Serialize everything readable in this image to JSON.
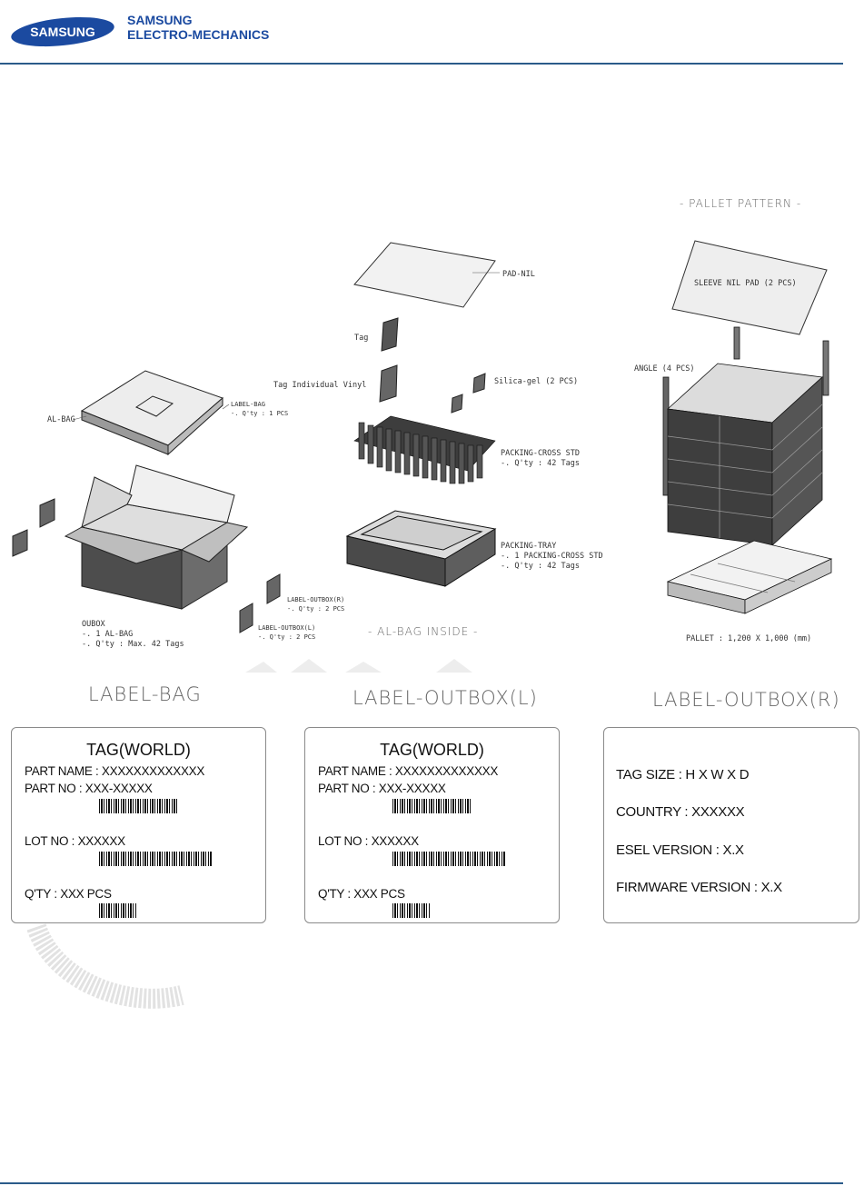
{
  "header": {
    "logo_text": "SAMSUNG",
    "company_line1": "SAMSUNG",
    "company_line2": "ELECTRO-MECHANICS"
  },
  "diagram": {
    "pallet_pattern_title": "- PALLET PATTERN -",
    "al_bag_inside_title": "- AL-BAG INSIDE -",
    "callouts": {
      "pad_nil": "PAD-NIL",
      "tag": "Tag",
      "tag_individual_vinyl": "Tag Individual Vinyl",
      "silica_gel": "Silica-gel (2 PCS)",
      "packing_cross_std": "PACKING-CROSS STD\n-. Q'ty : 42 Tags",
      "packing_tray": "PACKING-TRAY\n-. 1 PACKING-CROSS STD\n-. Q'ty : 42 Tags",
      "al_bag": "AL-BAG",
      "label_bag": "LABEL-BAG\n-. Q'ty : 1 PCS",
      "outbox": "OUBOX\n-. 1 AL-BAG\n-. Q'ty : Max. 42 Tags",
      "label_outbox_r": "LABEL-OUTBOX(R)\n-. Q'ty : 2 PCS",
      "label_outbox_l": "LABEL-OUTBOX(L)\n-. Q'ty : 2 PCS",
      "sleeve_nil_pad": "SLEEVE NIL PAD (2 PCS)",
      "angle": "ANGLE (4 PCS)",
      "pallet": "PALLET : 1,200 X 1,000 (mm)"
    }
  },
  "labels": {
    "label_bag": {
      "heading": "LABEL-BAG",
      "title": "TAG(WORLD)",
      "part_name": "PART NAME : XXXXXXXXXXXXX",
      "part_no": "PART NO    : XXX-XXXXX",
      "lot_no": "LOT NO      : XXXXXX",
      "qty": "Q'TY          : XXX PCS"
    },
    "label_outbox_l": {
      "heading": "LABEL-OUTBOX(L)",
      "title": "TAG(WORLD)",
      "part_name": "PART NAME : XXXXXXXXXXXXX",
      "part_no": "PART NO    : XXX-XXXXX",
      "lot_no": "LOT NO      : XXXXXX",
      "qty": "Q'TY          : XXX PCS"
    },
    "label_outbox_r": {
      "heading": "LABEL-OUTBOX(R)",
      "tag_size": "TAG SIZE  : H X W X D",
      "country": "COUNTRY : XXXXXX",
      "esel_version": "ESEL VERSION : X.X",
      "firmware_version": "FIRMWARE VERSION : X.X"
    }
  }
}
